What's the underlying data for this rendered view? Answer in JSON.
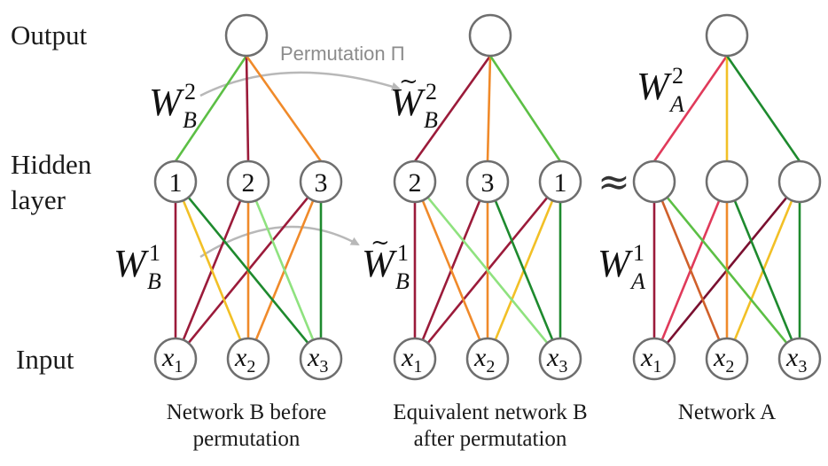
{
  "row_labels": {
    "output": "Output",
    "hidden_line1": "Hidden",
    "hidden_line2": "layer",
    "input": "Input"
  },
  "permutation_label": "Permutation Π",
  "approx_symbol": "≈",
  "colors": {
    "crimson": "#9b1b3a",
    "orange": "#f08a2a",
    "yellow": "#f2c026",
    "dark_green": "#1e8a2e",
    "light_green": "#8fe27f",
    "green": "#5cbf45",
    "burnt_orange": "#d0602a",
    "pink_red": "#e03a5a",
    "dark_red": "#7a1030",
    "node_stroke": "#6e6e6e",
    "arrow": "#b8b8b8"
  },
  "networks": [
    {
      "id": "B_before",
      "caption_line1": "Network B before",
      "caption_line2": "permutation",
      "hidden_labels": [
        "1",
        "2",
        "3"
      ],
      "input_labels": [
        "x1",
        "x2",
        "x3"
      ],
      "w2_label": {
        "base": "W",
        "sup": "2",
        "sub": "B",
        "tilde": false
      },
      "w1_label": {
        "base": "W",
        "sup": "1",
        "sub": "B",
        "tilde": false
      },
      "edges_out": [
        {
          "h": 0,
          "color": "green"
        },
        {
          "h": 1,
          "color": "crimson"
        },
        {
          "h": 2,
          "color": "orange"
        }
      ],
      "edges_in": [
        {
          "i": 0,
          "h": 0,
          "color": "crimson"
        },
        {
          "i": 0,
          "h": 1,
          "color": "crimson"
        },
        {
          "i": 0,
          "h": 2,
          "color": "crimson"
        },
        {
          "i": 1,
          "h": 0,
          "color": "yellow"
        },
        {
          "i": 1,
          "h": 1,
          "color": "orange"
        },
        {
          "i": 1,
          "h": 2,
          "color": "orange"
        },
        {
          "i": 2,
          "h": 0,
          "color": "dark_green"
        },
        {
          "i": 2,
          "h": 1,
          "color": "light_green"
        },
        {
          "i": 2,
          "h": 2,
          "color": "dark_green"
        }
      ]
    },
    {
      "id": "B_after",
      "caption_line1": "Equivalent network B",
      "caption_line2": "after permutation",
      "hidden_labels": [
        "2",
        "3",
        "1"
      ],
      "input_labels": [
        "x1",
        "x2",
        "x3"
      ],
      "w2_label": {
        "base": "W",
        "sup": "2",
        "sub": "B",
        "tilde": true
      },
      "w1_label": {
        "base": "W",
        "sup": "1",
        "sub": "B",
        "tilde": true
      },
      "edges_out": [
        {
          "h": 0,
          "color": "crimson"
        },
        {
          "h": 1,
          "color": "orange"
        },
        {
          "h": 2,
          "color": "green"
        }
      ],
      "edges_in": [
        {
          "i": 0,
          "h": 0,
          "color": "crimson"
        },
        {
          "i": 0,
          "h": 1,
          "color": "crimson"
        },
        {
          "i": 0,
          "h": 2,
          "color": "crimson"
        },
        {
          "i": 1,
          "h": 0,
          "color": "orange"
        },
        {
          "i": 1,
          "h": 1,
          "color": "orange"
        },
        {
          "i": 1,
          "h": 2,
          "color": "yellow"
        },
        {
          "i": 2,
          "h": 0,
          "color": "light_green"
        },
        {
          "i": 2,
          "h": 1,
          "color": "dark_green"
        },
        {
          "i": 2,
          "h": 2,
          "color": "dark_green"
        }
      ]
    },
    {
      "id": "A",
      "caption_line1": "Network A",
      "caption_line2": "",
      "hidden_labels": [
        "",
        "",
        ""
      ],
      "input_labels": [
        "x1",
        "x2",
        "x3"
      ],
      "w2_label": {
        "base": "W",
        "sup": "2",
        "sub": "A",
        "tilde": false
      },
      "w1_label": {
        "base": "W",
        "sup": "1",
        "sub": "A",
        "tilde": false
      },
      "edges_out": [
        {
          "h": 0,
          "color": "pink_red"
        },
        {
          "h": 1,
          "color": "yellow"
        },
        {
          "h": 2,
          "color": "dark_green"
        }
      ],
      "edges_in": [
        {
          "i": 0,
          "h": 0,
          "color": "crimson"
        },
        {
          "i": 0,
          "h": 1,
          "color": "pink_red"
        },
        {
          "i": 0,
          "h": 2,
          "color": "dark_red"
        },
        {
          "i": 1,
          "h": 0,
          "color": "burnt_orange"
        },
        {
          "i": 1,
          "h": 1,
          "color": "orange"
        },
        {
          "i": 1,
          "h": 2,
          "color": "yellow"
        },
        {
          "i": 2,
          "h": 0,
          "color": "green"
        },
        {
          "i": 2,
          "h": 1,
          "color": "dark_green"
        },
        {
          "i": 2,
          "h": 2,
          "color": "dark_green"
        }
      ]
    }
  ]
}
